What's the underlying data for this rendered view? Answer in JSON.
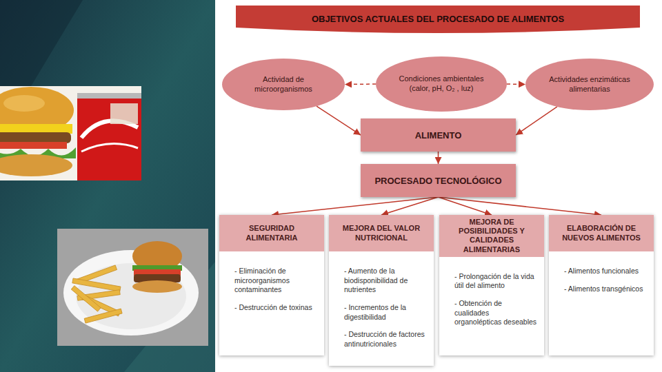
{
  "diagram": {
    "title": "OBJETIVOS ACTUALES DEL PROCESADO DE ALIMENTOS",
    "nodes": [
      {
        "text": [
          "Actividad de microorganismos"
        ]
      },
      {
        "text": [
          "Condiciones ambientales (calor, pH, O₂ , luz)"
        ]
      },
      {
        "text": [
          "Actividades enzimáticas alimentarias"
        ]
      },
      {
        "text": [
          "ALIMENTO"
        ]
      },
      {
        "text": [
          "PROCESADO TECNOLÓGICO"
        ]
      },
      {
        "text": [
          "SEGURIDAD ALIMENTARIA",
          "- Eliminación de microorganismos contaminantes",
          "- Destrucción de toxinas"
        ]
      },
      {
        "text": [
          "MEJORA DEL VALOR NUTRICIONAL",
          "- Aumento de la biodisponibilidad de nutrientes",
          "- Incrementos de la digestibilidad",
          "- Destrucción de factores antinutricionales"
        ]
      },
      {
        "text": [
          "MEJORA DE POSIBILIDADES Y CALIDADES ALIMENTARIAS",
          "- Prolongación de la vida útil del alimento",
          "- Obtención de cualidades organolépticas deseables"
        ]
      },
      {
        "text": [
          "ELABORACIÓN DE NUEVOS ALIMENTOS",
          "- Alimentos funcionales",
          "- Alimentos transgénicos"
        ]
      }
    ],
    "edges": [
      {
        "from": 1,
        "to": 0,
        "arrow": "to"
      },
      {
        "from": 1,
        "to": 2,
        "arrow": "to"
      },
      {
        "from": 0,
        "to": 3,
        "arrow": "to"
      },
      {
        "from": 2,
        "to": 3,
        "arrow": "to"
      },
      {
        "from": 3,
        "to": 4,
        "arrow": "to"
      },
      {
        "from": 4,
        "to": 5,
        "arrow": "to"
      },
      {
        "from": 4,
        "to": 6,
        "arrow": "to"
      },
      {
        "from": 4,
        "to": 7,
        "arrow": "to"
      },
      {
        "from": 4,
        "to": 8,
        "arrow": "to"
      }
    ]
  }
}
